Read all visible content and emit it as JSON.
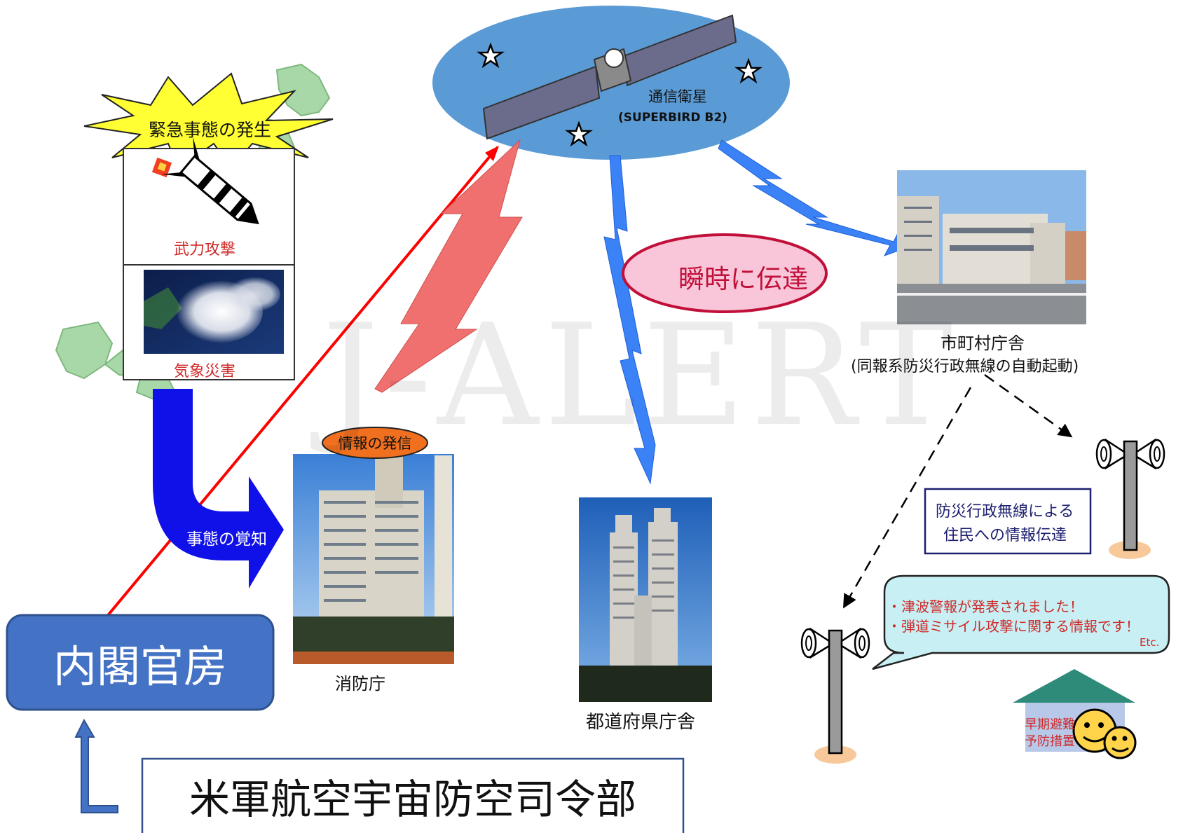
{
  "watermark": "J-ALERT",
  "satellite": {
    "name": "通信衛星",
    "model": "(SUPERBIRD B2)"
  },
  "emergency": {
    "title": "緊急事態の発生",
    "attack": "武力攻撃",
    "weather": "気象災害"
  },
  "awareness": "事態の覚知",
  "instant": "瞬時に伝達",
  "fdma": {
    "badge": "情報の発信",
    "label": "消防庁"
  },
  "prefecture": {
    "label": "都道府県庁舎"
  },
  "municipality": {
    "label": "市町村庁舎",
    "note": "(同報系防災行政無線の自動起動)"
  },
  "radio_note": {
    "line1": "防災行政無線による",
    "line2": "住民への情報伝達"
  },
  "speech": {
    "line1": "・津波警報が発表されました！",
    "line2": "・弾道ミサイル攻撃に関する情報です！",
    "etc": "Etc."
  },
  "evacuation": {
    "line1": "早期避難",
    "line2": "予防措置"
  },
  "cabinet": "内閣官房",
  "us_command": "米軍航空宇宙防空司令部",
  "colors": {
    "satellite_ellipse": "#5B9BD5",
    "red_bolt": "#F07070",
    "blue_bolt": "#3B82F6",
    "blue_arrow": "#1010E8",
    "cabinet_box": "#4472C4",
    "pink_ellipse": "#F9C6D9",
    "orange_badge": "#F07020",
    "speech_bubble": "#C8F0F4",
    "house": "#2E8B7A",
    "red_line": "#FF0000"
  }
}
